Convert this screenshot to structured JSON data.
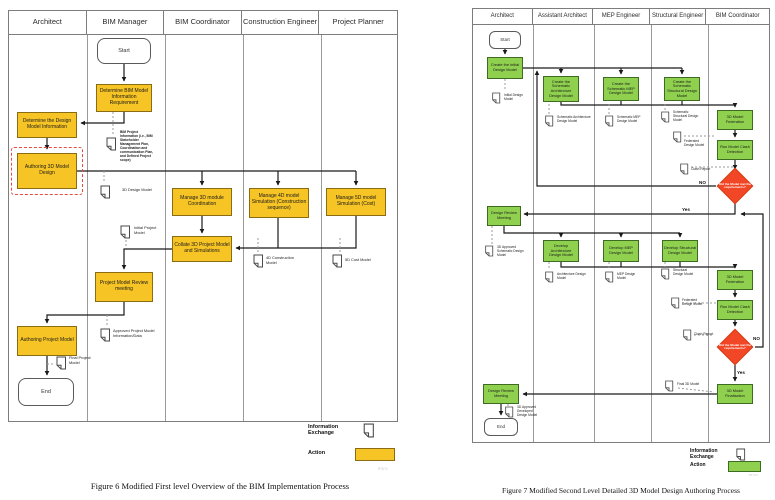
{
  "colors": {
    "action_yellow": "#F7C425",
    "action_green": "#8FD14F",
    "decision_orange": "#F24726",
    "highlight_red": "#E84B3C"
  },
  "fig6": {
    "lanes": [
      "Architect",
      "BIM Manager",
      "BIM Coordinator",
      "Construction Engineer",
      "Project Planner"
    ],
    "nodes": {
      "start": "Start",
      "end": "End",
      "determine_bim": "Determine BIM Model Information Requirement",
      "determine_design": "Determine the Design Model Information",
      "authoring_3d": "Authoring 3D Model Design",
      "manage_3d": "Manage 3D module Coordination",
      "manage_4d": "Manage 4D model Simulation (Construction sequence)",
      "manage_5d": "Manage 5D model Simulation (Cost)",
      "collate": "Collate 3D Project Model and Simulations",
      "review": "Project Model Review meeting",
      "authoring_project": "Authoring Project Model"
    },
    "docs": {
      "bim_info": "BIM Project Information (i.e., BIM Stakeholder Management Plan, Coordination and communication Plan, and Defined Project scope)",
      "design_3d": "3D Design Model",
      "initial_project": "Initial Project Model",
      "construction_4d": "4D Construction Model",
      "cost_5d": "5D Cost Model",
      "approved_info": "Approved Project Model Information/Data",
      "final_project": "Final Project Model"
    },
    "legend": {
      "information_exchange": "Information Exchange",
      "action": "Action"
    },
    "watermark": "miro",
    "caption": "Figure 6 Modified First level Overview of the BIM Implementation Process"
  },
  "fig7": {
    "lanes": [
      "Architect",
      "Assistant Architect",
      "MEP Engineer",
      "Structural Engineer",
      "BIM Coordinator"
    ],
    "nodes": {
      "start": "Start",
      "end": "End",
      "create_initial": "Create the Initial Design Model",
      "create_arch": "Create the Schematic Architecture Design Model",
      "create_mep": "Create the Schematic MEP Design Model",
      "create_struct": "Create the Schematic Structural Design Model",
      "federation1": "3D Model Federation",
      "clash1": "Run Model Clash Detection",
      "decision1": "Did the Model met the requirements?",
      "review1": "Design Review Meeting",
      "develop_arch": "Develop Architecture Design Model",
      "develop_mep": "Develop MEP Design Model",
      "develop_struct": "Develop Structural Design Model",
      "federation2": "3D Model Federation",
      "clash2": "Run Model Clash Detection",
      "decision2": "Did the Model met the requirements?",
      "finalisation": "3D Model Finalisation",
      "review2": "Design Review Meeting"
    },
    "docs": {
      "initial_design": "Initial Design Model",
      "schematic_arch": "Schematic Architecture Design Model",
      "schematic_mep": "Schematic MEP Design Model",
      "schematic_struct": "Schematic Structural Design Model",
      "federated1": "Federated Design Model",
      "clash_report1": "Clash Report",
      "approved_schematic": "3D Approved Schematic Design Model",
      "arch_design": "Architecture Design Model",
      "mep_design": "MEP Design Model",
      "struct_design": "Structural Design Model",
      "federated2": "Federated Design Model",
      "clash_report2": "Clash Report",
      "final_3d": "Final 3D Model",
      "approved_developed": "3D Approved Developed Design Model"
    },
    "edge_labels": {
      "no": "NO",
      "yes": "Yes"
    },
    "legend": {
      "information_exchange": "Information Exchange",
      "action": "Action"
    },
    "watermark": "miro",
    "caption": "Figure 7 Modified Second Level Detailed 3D Model Design Authoring Process"
  }
}
